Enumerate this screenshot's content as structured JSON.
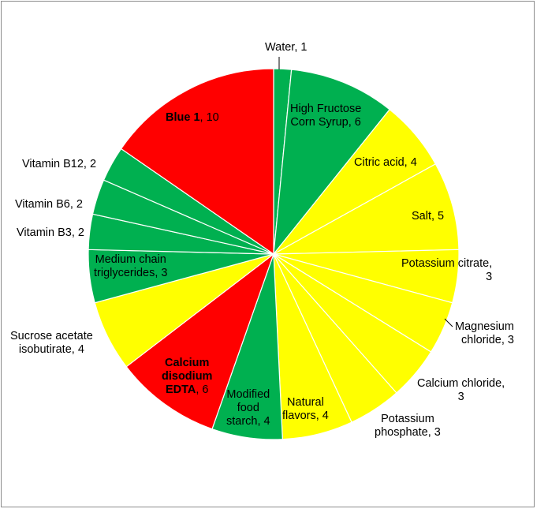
{
  "chart_data": {
    "type": "pie",
    "start_angle_deg": 0,
    "direction": "clockwise",
    "slice_border_color": "#ffffff",
    "colors": {
      "green": "#00b050",
      "yellow": "#ffff00",
      "red": "#ff0000"
    },
    "slices": [
      {
        "label": "Water",
        "value": 1,
        "color": "green",
        "bold_name": false,
        "text": "Water, 1"
      },
      {
        "label": "High Fructose Corn Syrup",
        "value": 6,
        "color": "green",
        "bold_name": false,
        "text": "High Fructose\nCorn Syrup, 6"
      },
      {
        "label": "Citric acid",
        "value": 4,
        "color": "yellow",
        "bold_name": false,
        "text": "Citric acid, 4"
      },
      {
        "label": "Salt",
        "value": 5,
        "color": "yellow",
        "bold_name": false,
        "text": "Salt, 5"
      },
      {
        "label": "Potassium citrate",
        "value": 3,
        "color": "yellow",
        "bold_name": false,
        "text": "Potassium citrate,\n3"
      },
      {
        "label": "Magnesium chloride",
        "value": 3,
        "color": "yellow",
        "bold_name": false,
        "text": "Magnesium\nchloride, 3"
      },
      {
        "label": "Calcium chloride",
        "value": 3,
        "color": "yellow",
        "bold_name": false,
        "text": "Calcium chloride,\n3"
      },
      {
        "label": "Potassium phosphate",
        "value": 3,
        "color": "yellow",
        "bold_name": false,
        "text": "Potassium\nphosphate, 3"
      },
      {
        "label": "Natural flavors",
        "value": 4,
        "color": "yellow",
        "bold_name": false,
        "text": "Natural\nflavors, 4"
      },
      {
        "label": "Modified food starch",
        "value": 4,
        "color": "green",
        "bold_name": false,
        "text": "Modified\nfood\nstarch, 4"
      },
      {
        "label": "Calcium disodium EDTA",
        "value": 6,
        "color": "red",
        "bold_name": true,
        "name_text": "Calcium\ndisodium\nEDTA",
        "value_text": ", 6"
      },
      {
        "label": "Sucrose acetate isobutirate",
        "value": 4,
        "color": "yellow",
        "bold_name": false,
        "text": "Sucrose acetate\nisobutirate, 4"
      },
      {
        "label": "Medium chain triglycerides",
        "value": 3,
        "color": "green",
        "bold_name": false,
        "text": "Medium chain\ntriglycerides, 3"
      },
      {
        "label": "Vitamin B3",
        "value": 2,
        "color": "green",
        "bold_name": false,
        "text": "Vitamin B3, 2"
      },
      {
        "label": "Vitamin B6",
        "value": 2,
        "color": "green",
        "bold_name": false,
        "text": "Vitamin B6, 2"
      },
      {
        "label": "Vitamin B12",
        "value": 2,
        "color": "green",
        "bold_name": false,
        "text": "Vitamin B12, 2"
      },
      {
        "label": "Blue 1",
        "value": 10,
        "color": "red",
        "bold_name": true,
        "name_text": "Blue 1",
        "value_text": ", 10"
      }
    ]
  }
}
